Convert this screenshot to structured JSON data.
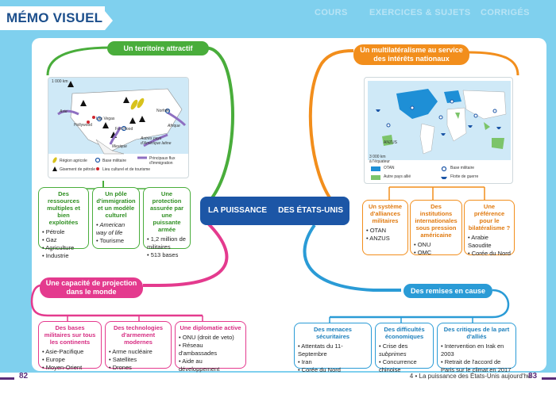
{
  "header": {
    "title": "MÉMO VISUEL",
    "nav": [
      "COURS",
      "EXERCICES & SUJETS",
      "CORRIGÉS"
    ]
  },
  "center": {
    "left": "LA PUISSANCE",
    "right": "DES ÉTATS-UNIS"
  },
  "branches": {
    "territoire": "Un territoire attractif",
    "multilateralisme": "Un multilatéralisme au service des intérêts nationaux",
    "projection": "Une capacité de projection dans le monde",
    "remises": "Des remises en cause"
  },
  "map_left": {
    "labels": [
      "Asie",
      "Hollywood",
      "Las Vegas",
      "Fort Hood",
      "Norfolk",
      "Afrique",
      "Mexique",
      "Autres pays d'Amérique latine",
      "1 000 km"
    ],
    "legend": [
      "Région agricole",
      "Base militaire",
      "Principaux flux d'immigration",
      "Gisement de pétrole",
      "Lieu culturel et de tourisme"
    ]
  },
  "map_right": {
    "legend": [
      "OTAN",
      "Base militaire",
      "Autre pays allié",
      "Flotte de guerre"
    ],
    "labels": [
      "ANZUS",
      "3 000 km",
      "à l'équateur"
    ]
  },
  "cards": {
    "ressources": {
      "title": "Des ressources multiples et bien exploitées",
      "items": [
        "Pétrole",
        "Gaz",
        "Agriculture",
        "Industrie"
      ]
    },
    "immigration": {
      "title": "Un pôle d'immigration et un modèle culturel",
      "items": [
        "American way of life",
        "Tourisme"
      ]
    },
    "protection": {
      "title": "Une protection assurée par une puissante armée",
      "items": [
        "1,2 million de militaires",
        "513 bases"
      ]
    },
    "alliances": {
      "title": "Un système d'alliances militaires",
      "items": [
        "OTAN",
        "ANZUS"
      ]
    },
    "institutions": {
      "title": "Des institutions internationales sous pression américaine",
      "items": [
        "ONU",
        "OMC"
      ]
    },
    "bilateralisme": {
      "title": "Une préférence pour le bilatéralisme ?",
      "items": [
        "Arabie Saoudite",
        "Corée du Nord"
      ]
    },
    "bases": {
      "title": "Des bases militaires sur tous les continents",
      "items": [
        "Asie-Pacifique",
        "Europe",
        "Moyen-Orient"
      ]
    },
    "technologies": {
      "title": "Des technologies d'armement modernes",
      "items": [
        "Arme nucléaire",
        "Satellites",
        "Drones"
      ]
    },
    "diplomatie": {
      "title": "Une diplomatie active",
      "items": [
        "ONU (droit de veto)",
        "Réseau d'ambassades",
        "Aide au développement"
      ]
    },
    "menaces": {
      "title": "Des menaces sécuritaires",
      "items": [
        "Attentats du 11-Septembre",
        "Iran",
        "Corée du Nord"
      ]
    },
    "difficultes": {
      "title": "Des difficultés économiques",
      "items": [
        "Crise des subprimes",
        "Concurrence chinoise"
      ]
    },
    "critiques": {
      "title": "Des critiques de la part d'alliés",
      "items": [
        "Intervention en Irak en 2003",
        "Retrait de l'accord de Paris sur le climat en 2017"
      ]
    }
  },
  "footer": {
    "left_page": "82",
    "right_page": "83",
    "text": "4 • La puissance des États-Unis aujourd'hui"
  },
  "colors": {
    "green": "#49ad3b",
    "orange": "#f28e1c",
    "pink": "#e43a8e",
    "blue": "#2a9bd6",
    "center": "#1c56a6",
    "background": "#7fd0ee"
  }
}
